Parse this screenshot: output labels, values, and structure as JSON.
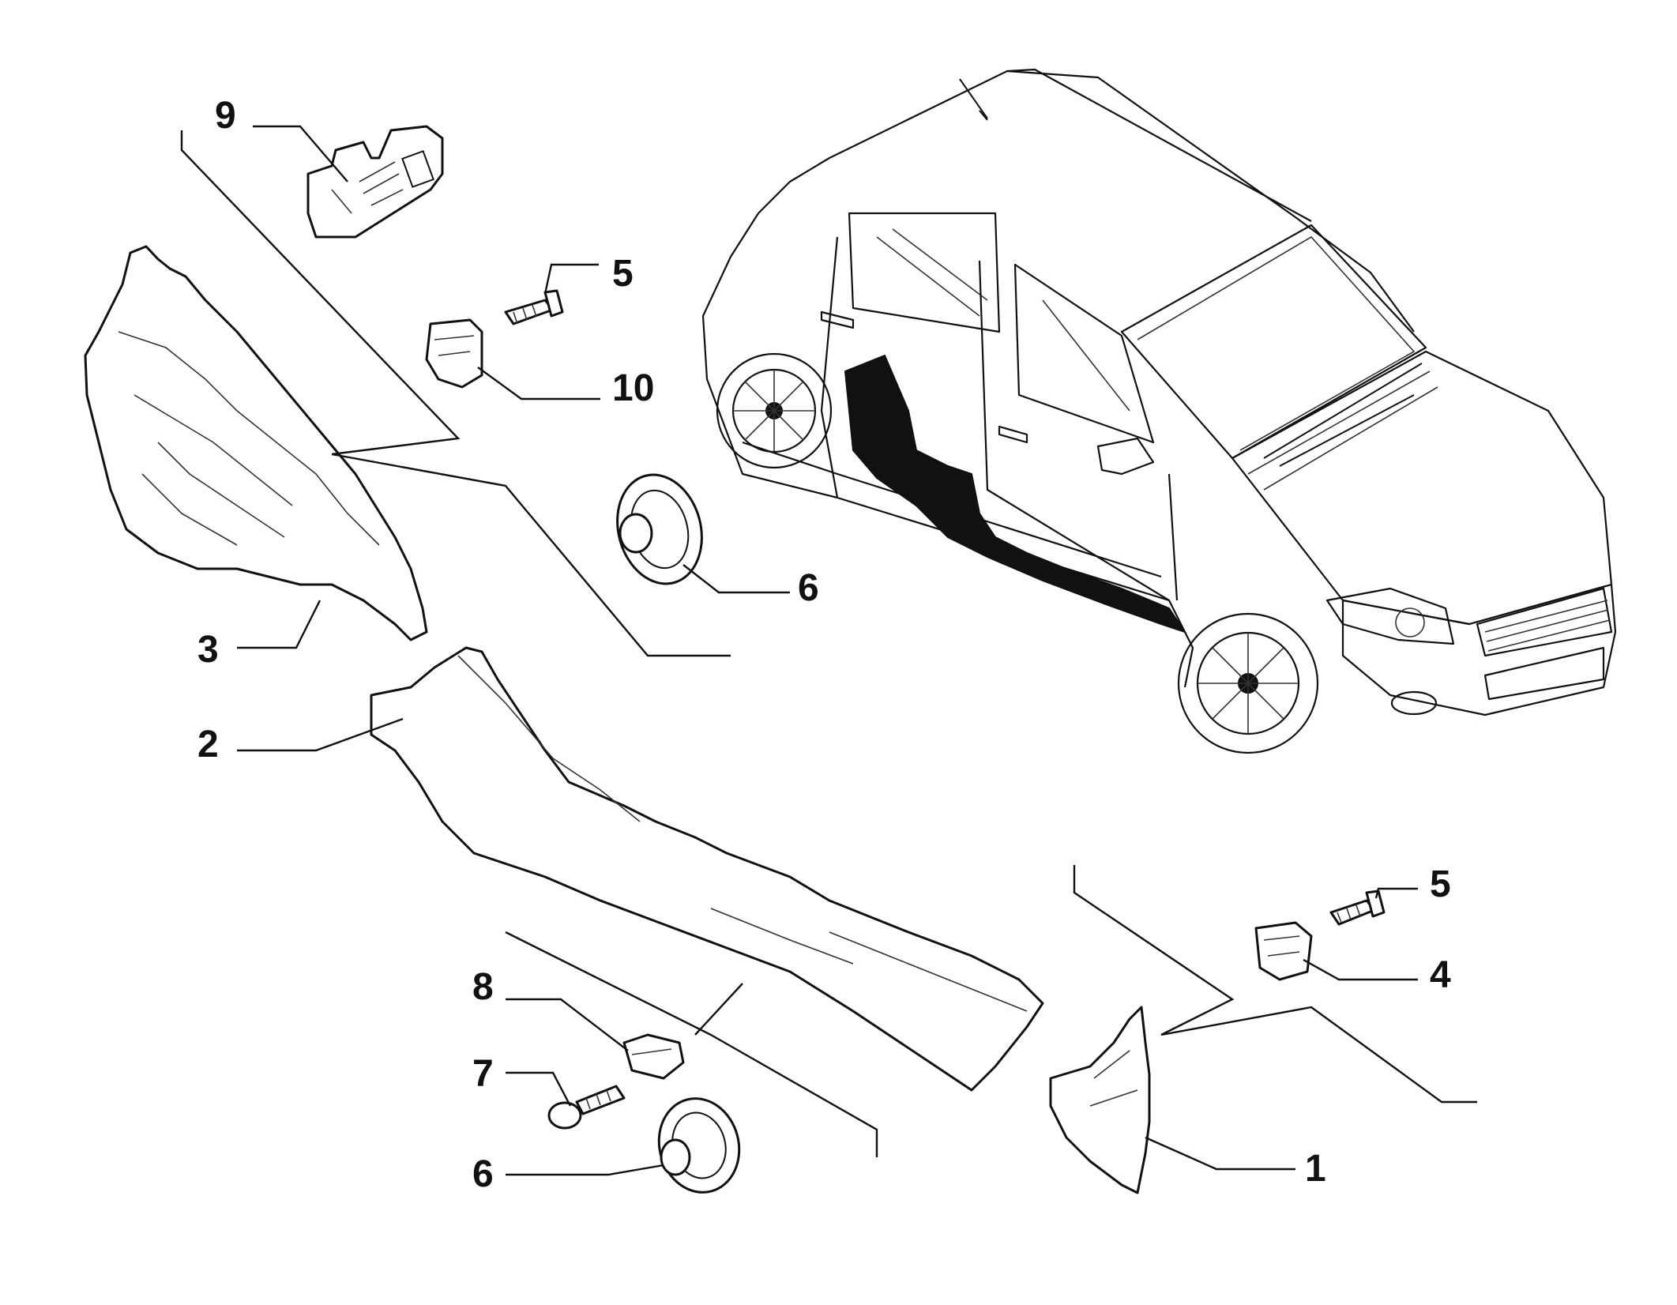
{
  "callouts": [
    {
      "id": "c9",
      "label": "9"
    },
    {
      "id": "c5a",
      "label": "5"
    },
    {
      "id": "c10",
      "label": "10"
    },
    {
      "id": "c6a",
      "label": "6"
    },
    {
      "id": "c3",
      "label": "3"
    },
    {
      "id": "c2",
      "label": "2"
    },
    {
      "id": "c5b",
      "label": "5"
    },
    {
      "id": "c4",
      "label": "4"
    },
    {
      "id": "c8",
      "label": "8"
    },
    {
      "id": "c7",
      "label": "7"
    },
    {
      "id": "c6b",
      "label": "6"
    },
    {
      "id": "c1",
      "label": "1"
    }
  ]
}
